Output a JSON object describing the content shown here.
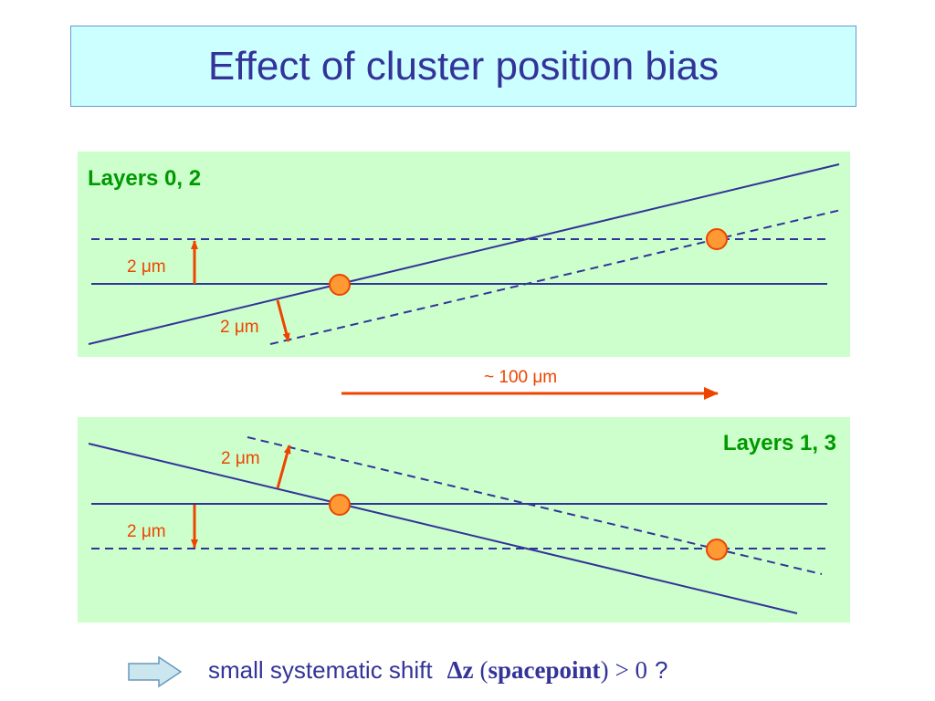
{
  "title": "Effect of cluster position bias",
  "panels": {
    "top": {
      "label": "Layers 0, 2",
      "offset_label": "2 μm",
      "tilted_offset_label": "2 μm"
    },
    "bottom": {
      "label": "Layers 1, 3",
      "offset_label": "2 μm",
      "tilted_offset_label": "2 μm"
    }
  },
  "shift_label": "~ 100 μm",
  "footer": {
    "text": "small systematic shift",
    "delta": "Δ",
    "z": "z",
    "paren_open": "(",
    "spacepoint": "spacepoint",
    "paren_close": ")",
    "relation": "> 0",
    "question": "?"
  },
  "colors": {
    "title_bg": "#ccffff",
    "title_border": "#6699cc",
    "title_text": "#333399",
    "panel_bg": "#ccffcc",
    "layer_label": "#009900",
    "line": "#333399",
    "arrow": "#ee4400",
    "dot_fill": "#ff9933",
    "dot_stroke": "#ee4400",
    "footer_arrow_fill": "#cce6f0",
    "footer_arrow_stroke": "#6699bb"
  }
}
